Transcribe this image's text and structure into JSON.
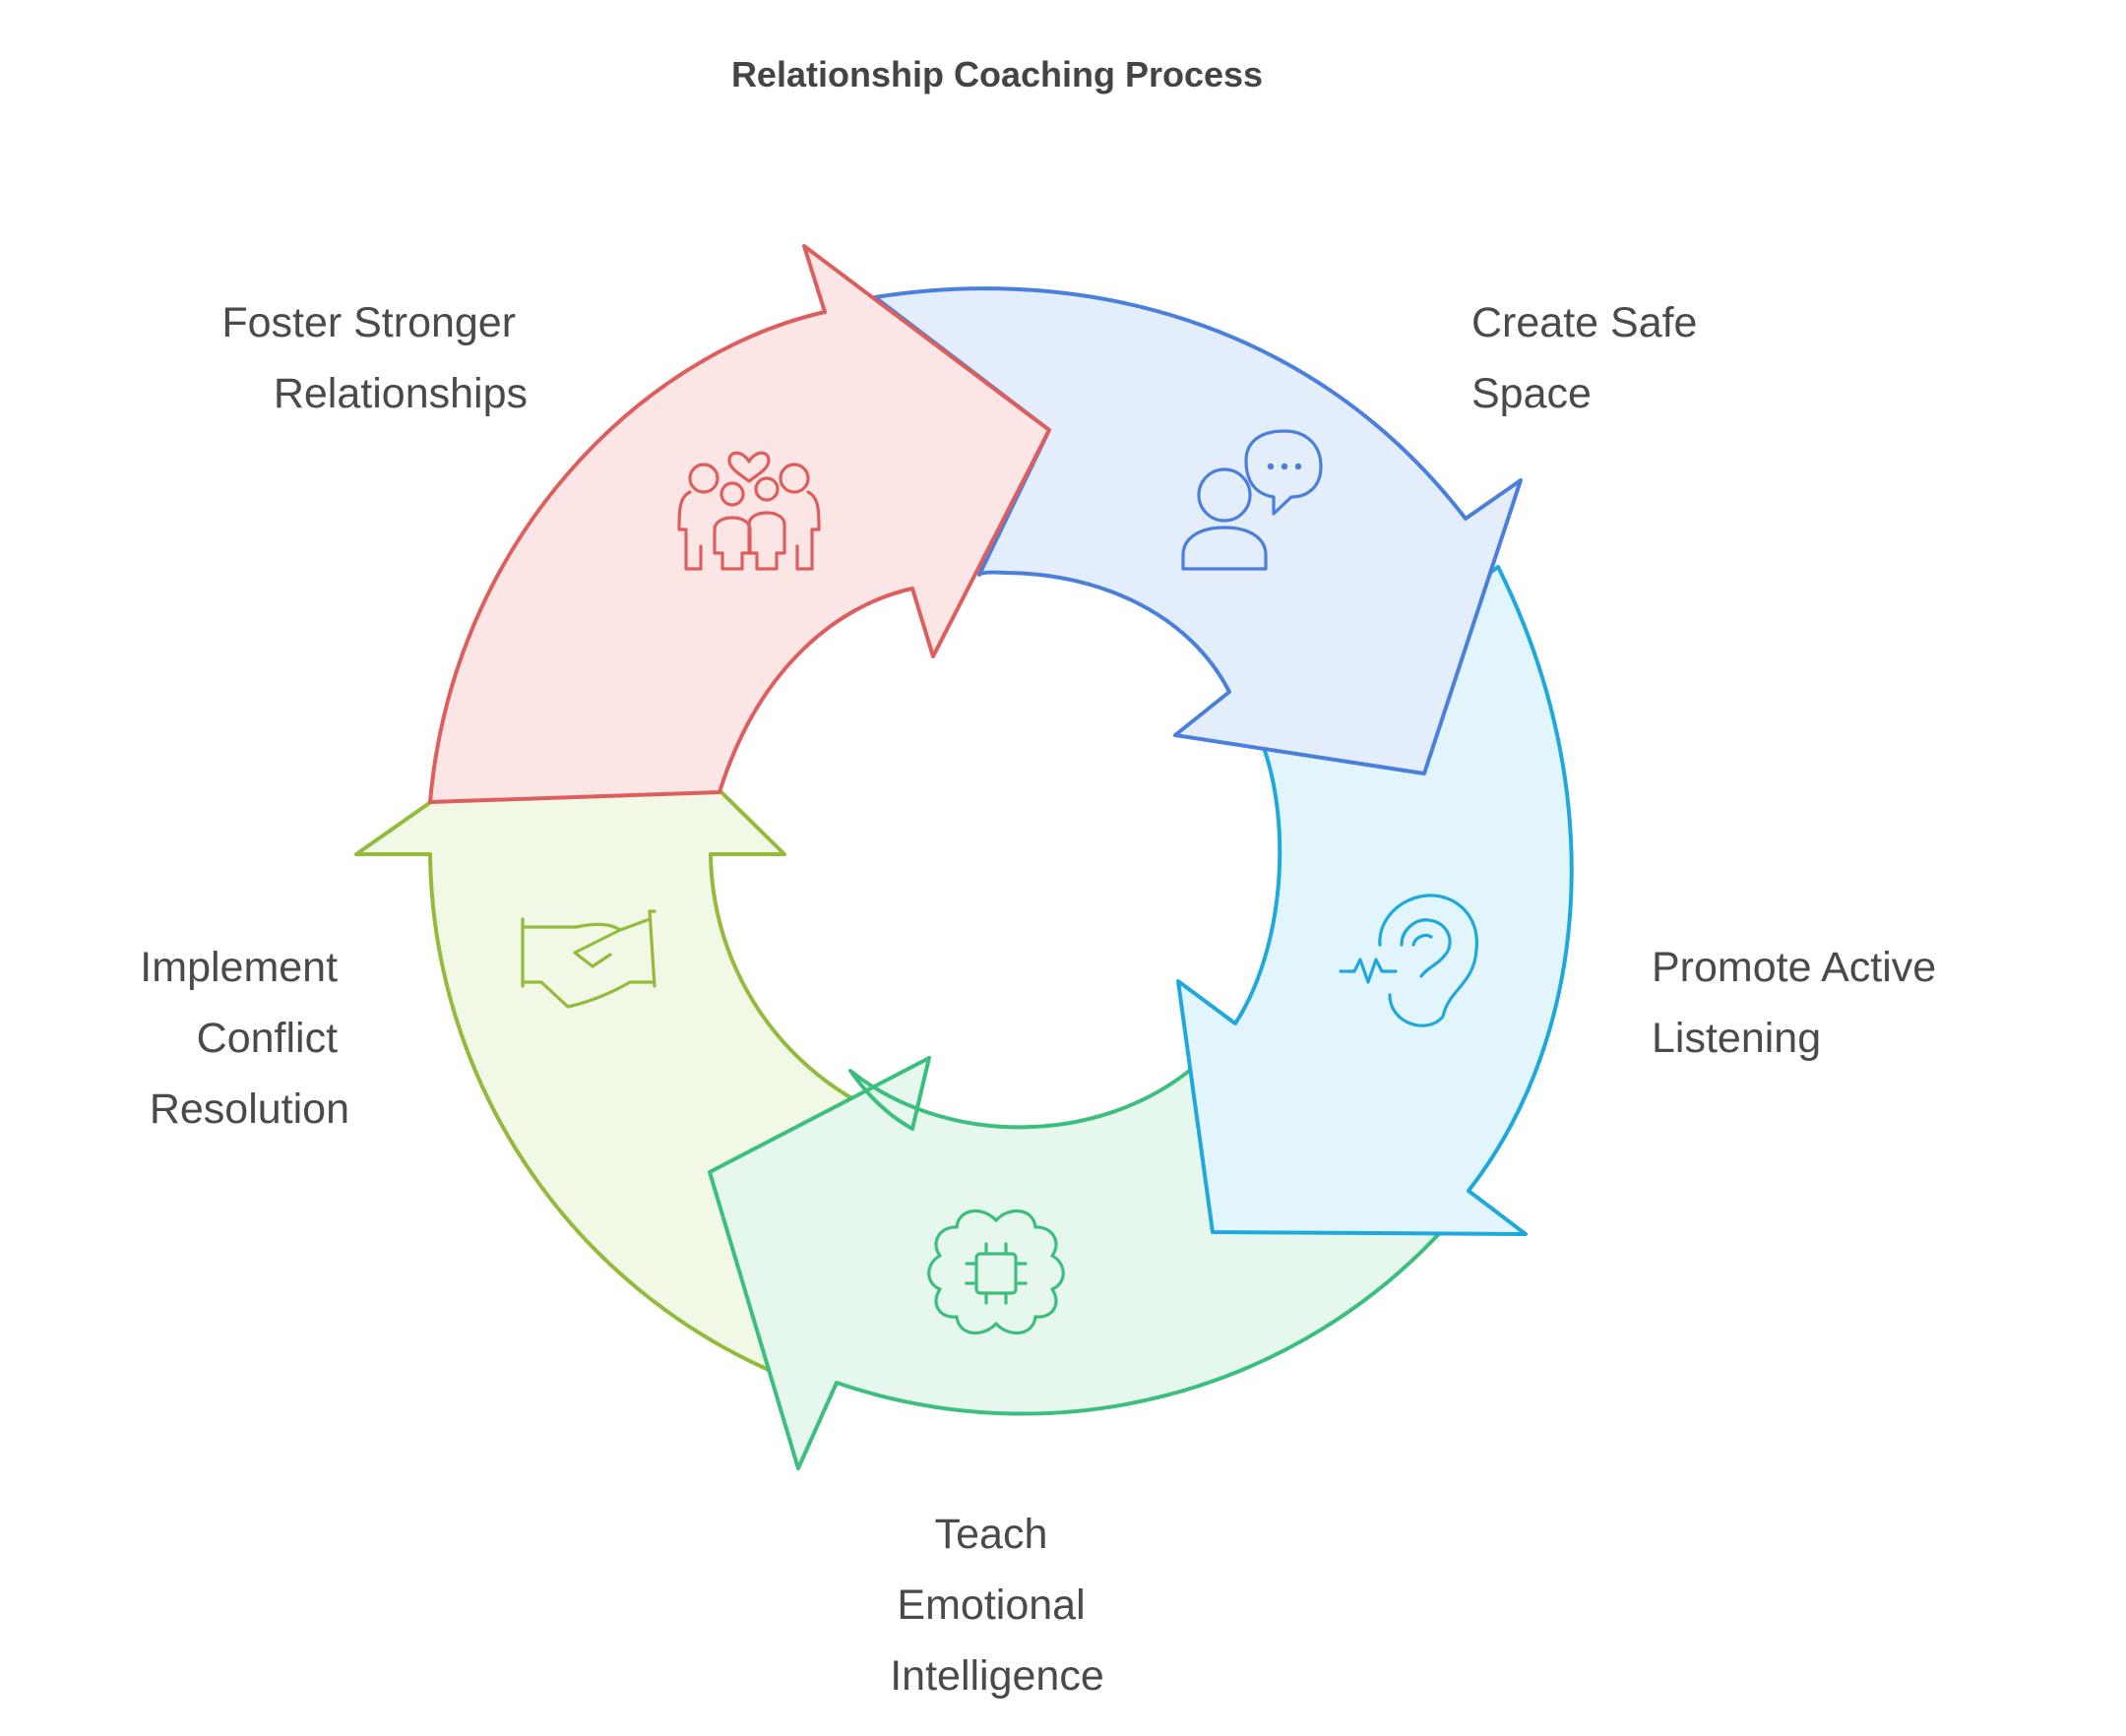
{
  "title": "Relationship Coaching Process",
  "steps": [
    {
      "label_lines": [
        "Create Safe",
        "Space"
      ],
      "icon": "person-speech-bubble-icon",
      "stroke": "#4A7FDB",
      "fill": "#E3EDFB"
    },
    {
      "label_lines": [
        "Promote Active",
        "Listening"
      ],
      "icon": "ear-sound-wave-icon",
      "stroke": "#1EA8DC",
      "fill": "#E2F5FC"
    },
    {
      "label_lines": [
        "Teach",
        "Emotional",
        "Intelligence"
      ],
      "icon": "brain-chip-icon",
      "stroke": "#3CBF7E",
      "fill": "#E6F7EE"
    },
    {
      "label_lines": [
        "Implement",
        "Conflict",
        "Resolution"
      ],
      "icon": "handshake-icon",
      "stroke": "#93BA3A",
      "fill": "#F1F8E6"
    },
    {
      "label_lines": [
        "Foster Stronger",
        "Relationships"
      ],
      "icon": "family-heart-icon",
      "stroke": "#DE5E5E",
      "fill": "#FCE5E5"
    }
  ]
}
